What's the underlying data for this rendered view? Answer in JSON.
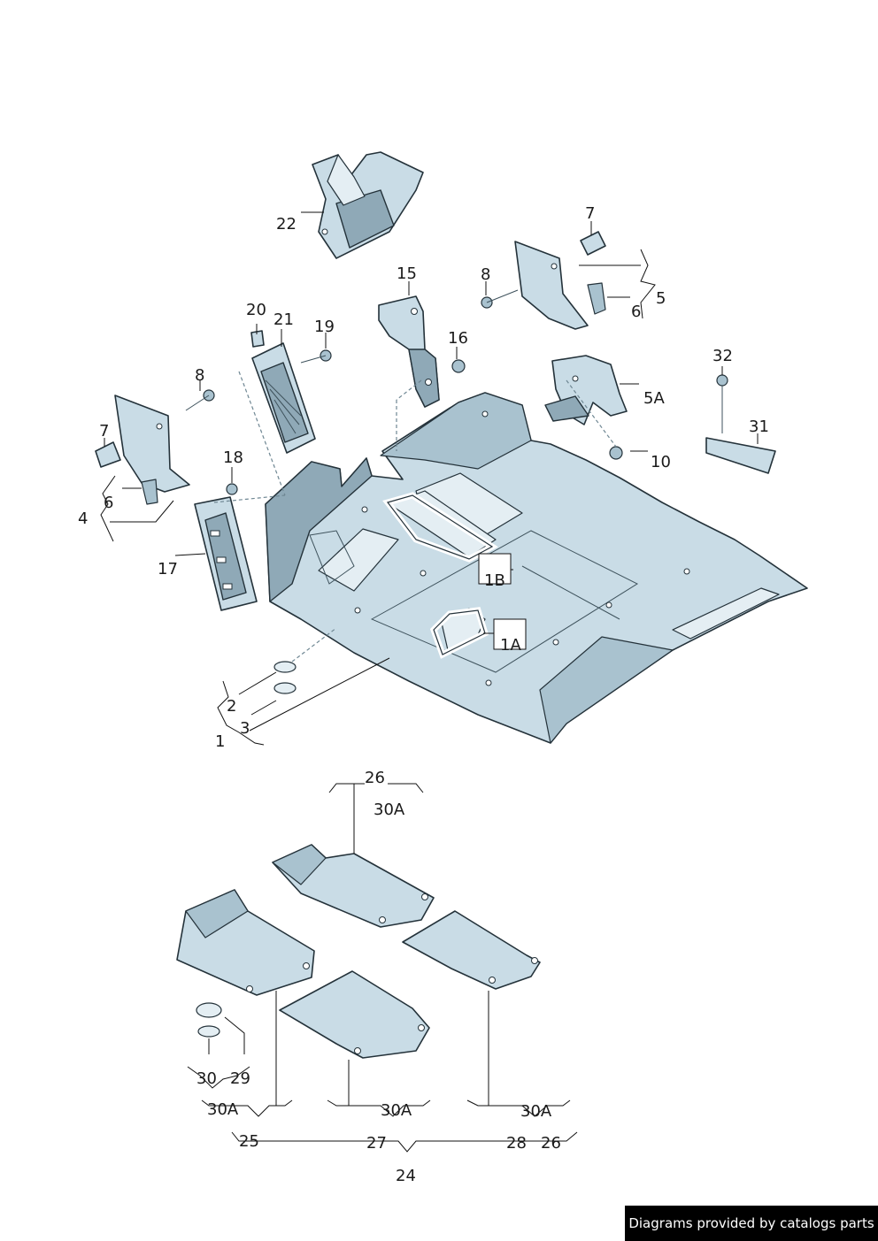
{
  "callouts": {
    "c1": "1",
    "c1A": "1A",
    "c1B": "1B",
    "c2": "2",
    "c3": "3",
    "c4": "4",
    "c5": "5",
    "c5A": "5A",
    "c6a": "6",
    "c6b": "6",
    "c7a": "7",
    "c7b": "7",
    "c8a": "8",
    "c8b": "8",
    "c10": "10",
    "c15": "15",
    "c16": "16",
    "c17": "17",
    "c18": "18",
    "c19": "19",
    "c20": "20",
    "c21": "21",
    "c22": "22",
    "c24": "24",
    "c25": "25",
    "c26a": "26",
    "c26b": "26",
    "c27": "27",
    "c28": "28",
    "c29": "29",
    "c30": "30",
    "c30Aa": "30A",
    "c30Ab": "30A",
    "c30Ac": "30A",
    "c30Ad": "30A",
    "c31": "31",
    "c32": "32"
  },
  "credit": "Diagrams provided by catalogs parts",
  "colors": {
    "part_fill": "#c9dce6",
    "part_shadow": "#8fa9b7",
    "outline": "#24323a"
  }
}
